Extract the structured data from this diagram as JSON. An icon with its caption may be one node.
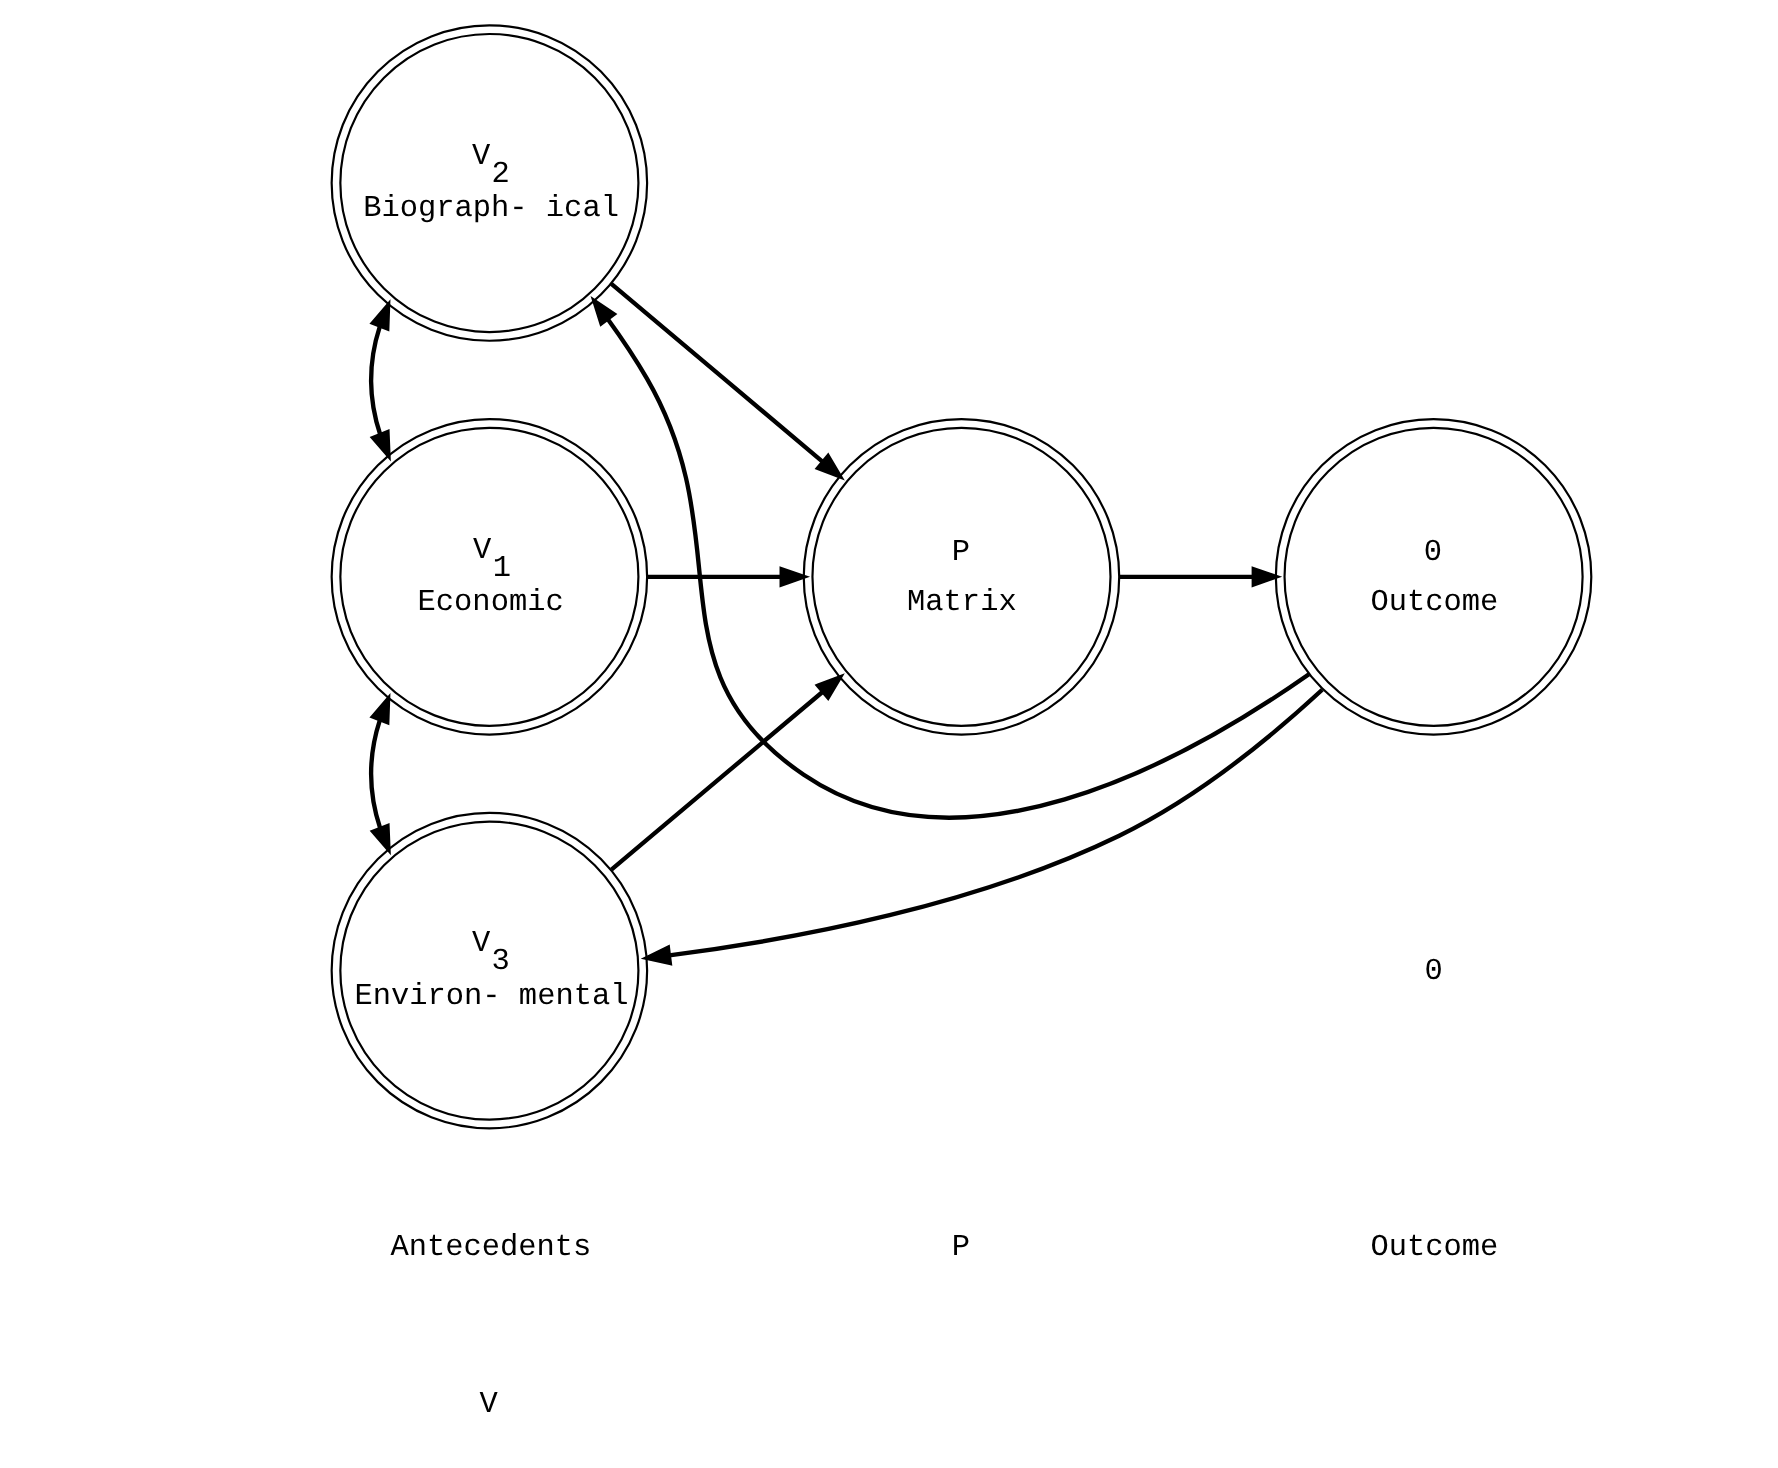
{
  "diagram": {
    "nodes": [
      {
        "text": [
          "V$_{2}$",
          "Biograph- ical"
        ]
      },
      {
        "text": [
          "V$_{1}$",
          "Economic"
        ]
      },
      {
        "text": [
          "P",
          "Matrix"
        ]
      },
      {
        "text": [
          "0",
          "Outcome"
        ]
      },
      {
        "text": [
          "V$_{3}$",
          "Environ- mental"
        ]
      }
    ],
    "edges": [
      {
        "from": 0,
        "to": 1,
        "arrow": "both"
      },
      {
        "from": 1,
        "to": 4,
        "arrow": "both"
      },
      {
        "from": 0,
        "to": 2,
        "arrow": "to"
      },
      {
        "from": 1,
        "to": 2,
        "arrow": "to"
      },
      {
        "from": 4,
        "to": 2,
        "arrow": "to"
      },
      {
        "from": 2,
        "to": 3,
        "arrow": "to"
      },
      {
        "from": 3,
        "to": 0,
        "arrow": "to"
      },
      {
        "from": 3,
        "to": 4,
        "arrow": "to"
      }
    ],
    "labels": [
      "Antecedents",
      "Outcome",
      "V",
      "P",
      "0"
    ]
  }
}
